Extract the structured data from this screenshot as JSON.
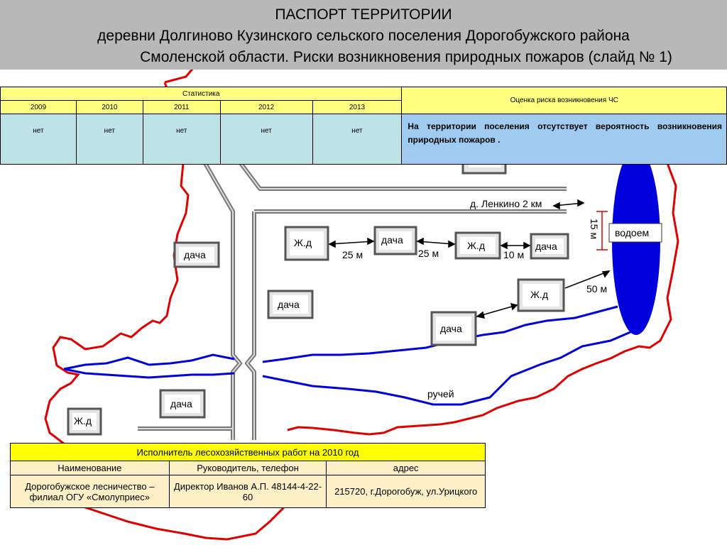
{
  "header": {
    "line1": "ПАСПОРТ ТЕРРИТОРИИ",
    "line2": "деревни Долгиново Кузинского сельского поселения  Дорогобужского района",
    "line3": "Смоленской области. Риски возникновения природных пожаров (слайд № 1)"
  },
  "stat_table": {
    "title": "Статистика",
    "years": [
      "2009",
      "2010",
      "2011",
      "2012",
      "2013"
    ],
    "values": [
      "нет",
      "нет",
      "нет",
      "нет",
      "нет"
    ],
    "risk_header": "Оценка риска возникновения ЧС",
    "risk_text": "На территории поселения отсутствует вероятность возникновения природных пожаров ."
  },
  "map": {
    "dacha": "дача",
    "zhd": "Ж.д",
    "vodoem": "водоем",
    "lenkino": "д. Ленкино 2 км",
    "dist_25a": "25 м",
    "dist_25b": "25 м",
    "dist_10": "10 м",
    "dist_50": "50 м",
    "dist_15": "15 м",
    "stream": "ручей"
  },
  "exec_table": {
    "title": "Исполнитель лесохозяйственных работ на 2010 год",
    "headers": [
      "Наименование",
      "Руководитель, телефон",
      "адрес"
    ],
    "row": [
      "Дорогобужское лесничество – филиал ОГУ «Смолуприес»",
      "Директор Иванов А.П. 48144-4-22-60",
      "215720, г.Дорогобуж, ул.Урицкого"
    ]
  },
  "colors": {
    "header_bg": "#b8b8b8",
    "border_red": "#e00000",
    "water_blue": "#0000dd",
    "yellow": "#ffff80",
    "cyan": "#bde3e6",
    "risk_blue": "#9fcbf0"
  }
}
